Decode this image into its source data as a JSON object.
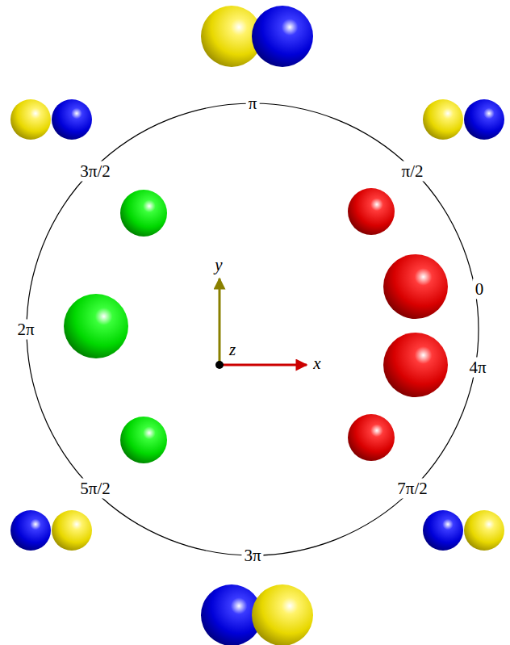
{
  "diagram": {
    "labels": [
      "π",
      "π/2",
      "0",
      "4π",
      "7π/2",
      "3π",
      "5π/2",
      "2π",
      "3π/2",
      "y",
      "z",
      "x"
    ]
  }
}
